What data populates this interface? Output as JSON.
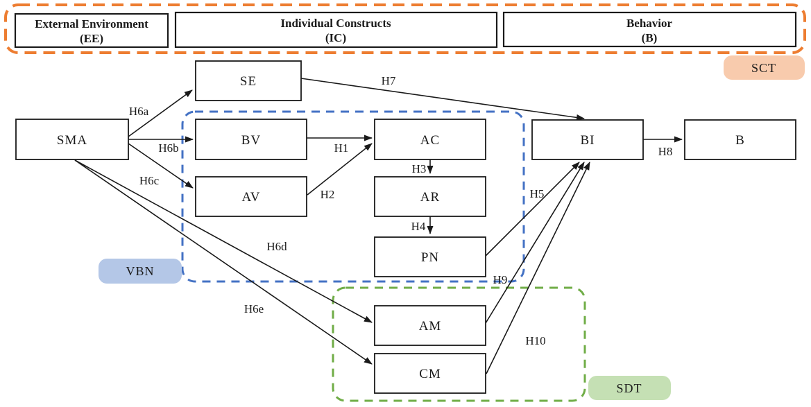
{
  "header_boxes": {
    "ee": {
      "line1": "External Environment",
      "line2": "(EE)"
    },
    "ic": {
      "line1": "Individual Constructs",
      "line2": "(IC)"
    },
    "b": {
      "line1": "Behavior",
      "line2": "(B)"
    }
  },
  "theory_badges": {
    "sct": "SCT",
    "vbn": "VBN",
    "sdt": "SDT"
  },
  "nodes": {
    "sma": "SMA",
    "se": "SE",
    "bv": "BV",
    "av": "AV",
    "ac": "AC",
    "ar": "AR",
    "pn": "PN",
    "am": "AM",
    "cm": "CM",
    "bi": "BI",
    "b": "B"
  },
  "edges": [
    {
      "from": "SMA",
      "to": "SE",
      "label": "H6a"
    },
    {
      "from": "SMA",
      "to": "BV",
      "label": "H6b"
    },
    {
      "from": "SMA",
      "to": "AV",
      "label": "H6c"
    },
    {
      "from": "SMA",
      "to": "AM",
      "label": "H6d"
    },
    {
      "from": "SMA",
      "to": "CM",
      "label": "H6e"
    },
    {
      "from": "BV",
      "to": "AC",
      "label": "H1"
    },
    {
      "from": "AV",
      "to": "AC",
      "label": "H2"
    },
    {
      "from": "AC",
      "to": "AR",
      "label": "H3"
    },
    {
      "from": "AR",
      "to": "PN",
      "label": "H4"
    },
    {
      "from": "SE",
      "to": "BI",
      "label": "H7"
    },
    {
      "from": "PN",
      "to": "BI",
      "label": "H5"
    },
    {
      "from": "AM",
      "to": "BI",
      "label": "H9"
    },
    {
      "from": "CM",
      "to": "BI",
      "label": "H10"
    },
    {
      "from": "BI",
      "to": "B",
      "label": "H8"
    }
  ],
  "colors": {
    "sct_border": "#ED7D31",
    "sct_fill": "#F8CBAD",
    "vbn_border": "#4472C4",
    "vbn_fill": "#B4C7E7",
    "sdt_border": "#70AD47",
    "sdt_fill": "#C5E0B4"
  }
}
